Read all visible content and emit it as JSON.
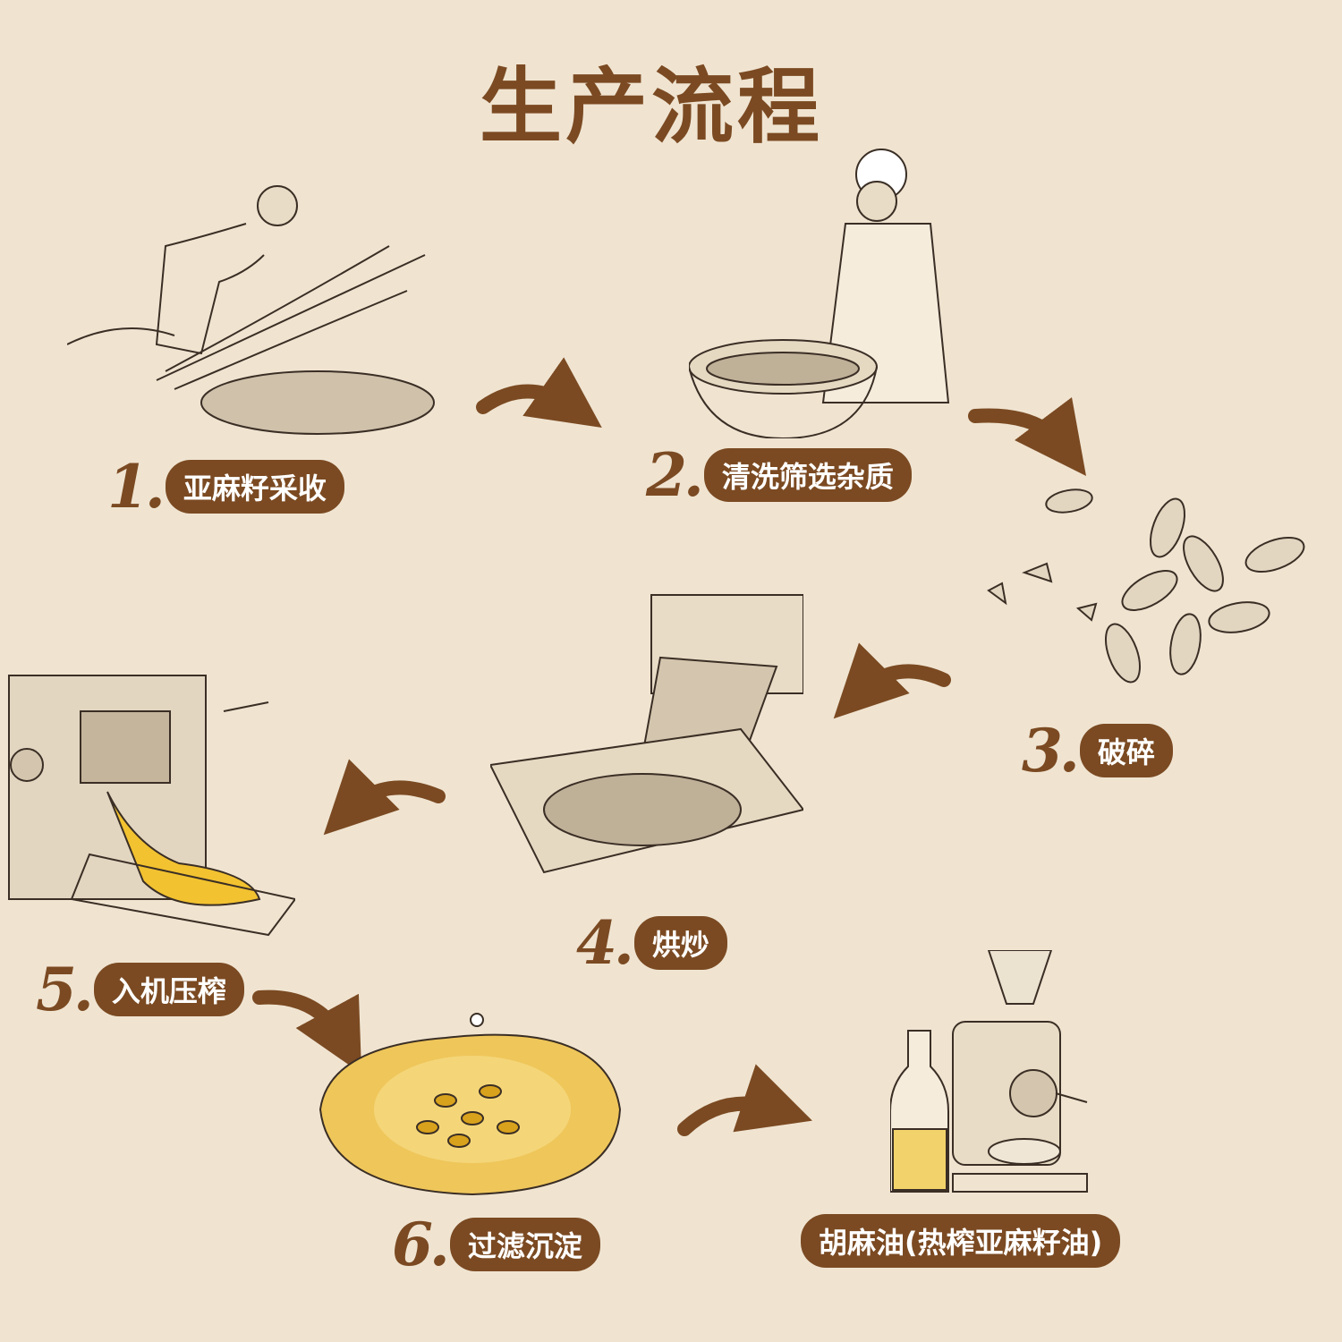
{
  "title": "生产流程",
  "steps": [
    {
      "num": "1.",
      "label": "亚麻籽采收"
    },
    {
      "num": "2.",
      "label": "清洗筛选杂质"
    },
    {
      "num": "3.",
      "label": "破碎"
    },
    {
      "num": "4.",
      "label": "烘炒"
    },
    {
      "num": "5.",
      "label": "入机压榨"
    },
    {
      "num": "6.",
      "label": "过滤沉淀"
    }
  ],
  "final": {
    "label": "胡麻油(热榨亚麻籽油)"
  },
  "colors": {
    "background": "#f0e4d1",
    "brown": "#7b4a22",
    "oil": "#f2c230"
  }
}
